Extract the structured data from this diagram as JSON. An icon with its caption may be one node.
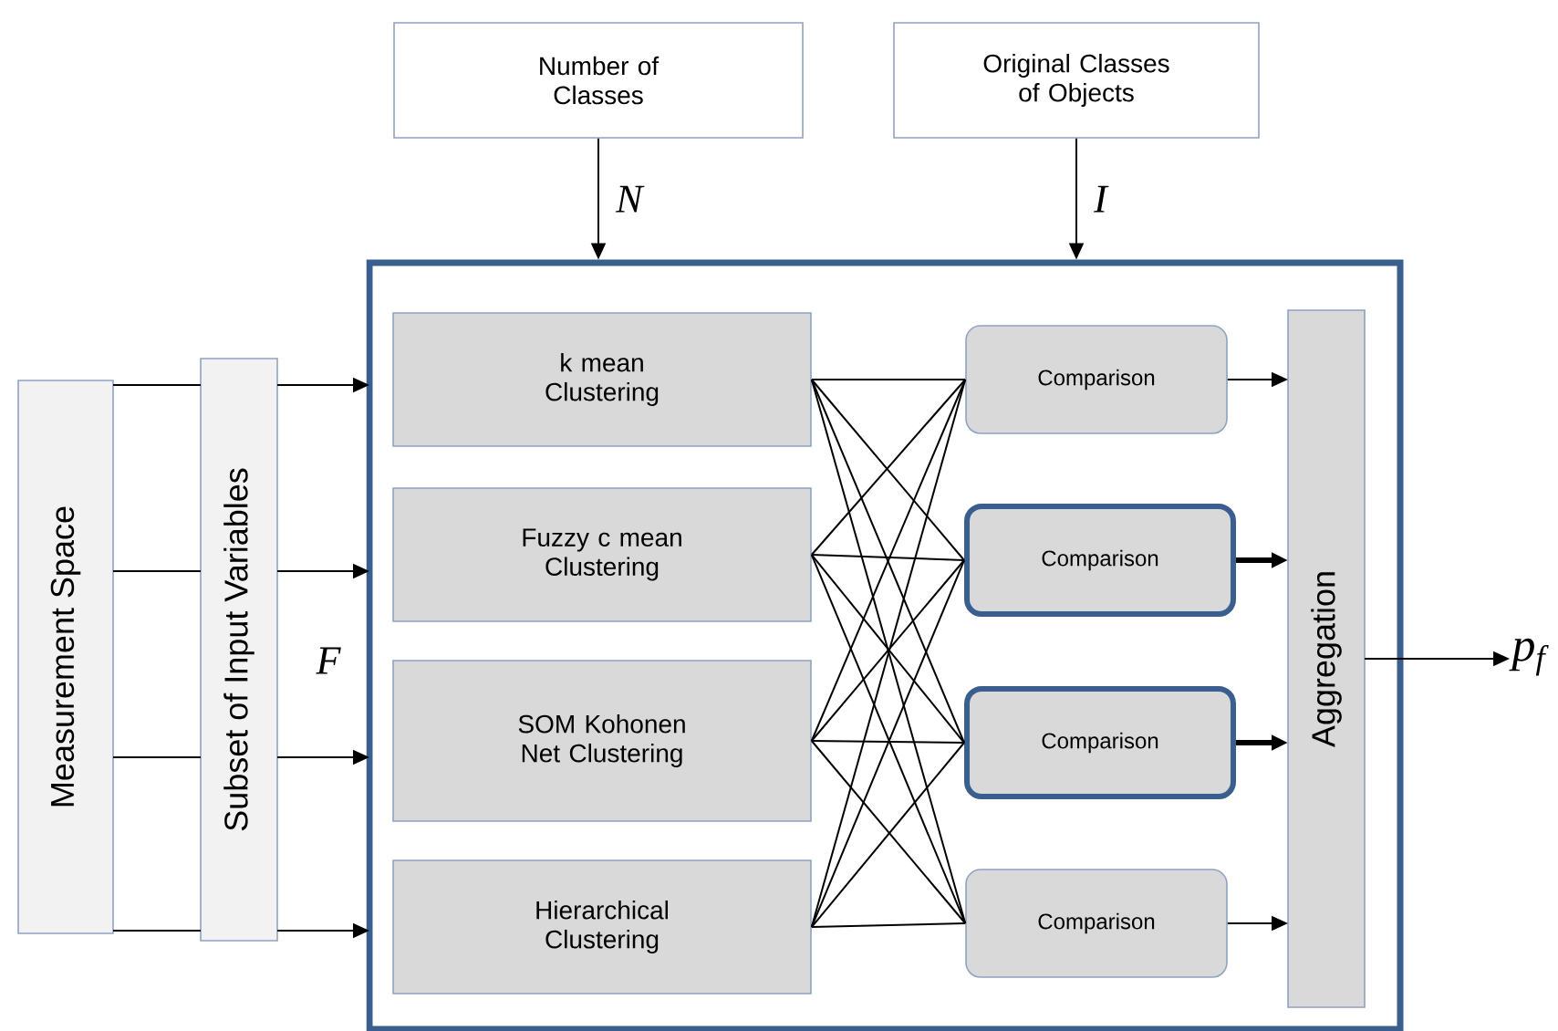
{
  "diagram": {
    "nodes": [
      {
        "text": [
          "Number of Classes"
        ]
      },
      {
        "text": [
          "Original Classes of Objects"
        ]
      },
      {
        "text": [],
        "shape": "box"
      },
      {
        "text": [
          "Measurement Space"
        ]
      },
      {
        "text": [
          "Subset of Input Variables"
        ]
      },
      {
        "text": [
          "k mean Clustering"
        ],
        "in": 2
      },
      {
        "text": [
          "Fuzzy c mean Clustering"
        ],
        "in": 2
      },
      {
        "text": [
          "SOM Kohonen Net Clustering"
        ],
        "in": 2
      },
      {
        "text": [
          "Hierarchical Clustering"
        ],
        "in": 2
      },
      {
        "text": [
          "Comparison"
        ],
        "in": 2
      },
      {
        "text": [
          "Comparison"
        ],
        "in": 2
      },
      {
        "text": [
          "Comparison"
        ],
        "in": 2
      },
      {
        "text": [
          "Comparison"
        ],
        "in": 2
      },
      {
        "text": [
          "Aggregation"
        ],
        "in": 2
      },
      {
        "text": [
          "p$_{f}$"
        ]
      }
    ],
    "edges": [
      {
        "from": 0,
        "to": 2,
        "arrow": "to",
        "label": "N"
      },
      {
        "from": 1,
        "to": 2,
        "arrow": "to",
        "label": "I"
      },
      {
        "from": 3,
        "to": 4,
        "arrow": "none"
      },
      {
        "from": 3,
        "to": 4,
        "arrow": "none"
      },
      {
        "from": 3,
        "to": 4,
        "arrow": "none"
      },
      {
        "from": 3,
        "to": 4,
        "arrow": "none"
      },
      {
        "from": 4,
        "to": 2,
        "arrow": "to"
      },
      {
        "from": 4,
        "to": 2,
        "arrow": "to"
      },
      {
        "from": 4,
        "to": 2,
        "arrow": "to"
      },
      {
        "from": 4,
        "to": 2,
        "arrow": "to"
      },
      {
        "from": 5,
        "to": 9,
        "arrow": "none"
      },
      {
        "from": 5,
        "to": 10,
        "arrow": "none"
      },
      {
        "from": 5,
        "to": 11,
        "arrow": "none"
      },
      {
        "from": 5,
        "to": 12,
        "arrow": "none"
      },
      {
        "from": 6,
        "to": 9,
        "arrow": "none"
      },
      {
        "from": 6,
        "to": 10,
        "arrow": "none"
      },
      {
        "from": 6,
        "to": 11,
        "arrow": "none"
      },
      {
        "from": 6,
        "to": 12,
        "arrow": "none"
      },
      {
        "from": 7,
        "to": 9,
        "arrow": "none"
      },
      {
        "from": 7,
        "to": 10,
        "arrow": "none"
      },
      {
        "from": 7,
        "to": 11,
        "arrow": "none"
      },
      {
        "from": 7,
        "to": 12,
        "arrow": "none"
      },
      {
        "from": 8,
        "to": 9,
        "arrow": "none"
      },
      {
        "from": 8,
        "to": 10,
        "arrow": "none"
      },
      {
        "from": 8,
        "to": 11,
        "arrow": "none"
      },
      {
        "from": 8,
        "to": 12,
        "arrow": "none"
      },
      {
        "from": 9,
        "to": 13,
        "arrow": "to"
      },
      {
        "from": 10,
        "to": 13,
        "arrow": "to",
        "style": "thick"
      },
      {
        "from": 11,
        "to": 13,
        "arrow": "to",
        "style": "thick"
      },
      {
        "from": 12,
        "to": 13,
        "arrow": "to"
      },
      {
        "from": 13,
        "to": 14,
        "arrow": "to"
      }
    ],
    "labels": [
      "F"
    ]
  }
}
